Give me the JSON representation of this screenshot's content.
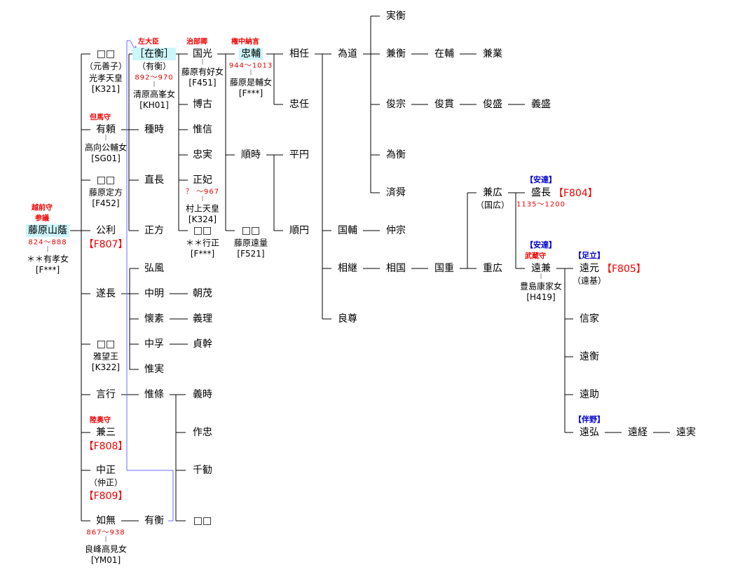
{
  "colors": {
    "line": "#000",
    "link": "#6b6bff",
    "office": "#e00000",
    "clan": "#0000cc",
    "highlight": "#ccf6fa"
  },
  "nodes": [
    {
      "id": "yamakage",
      "name": "藤原山蔭",
      "hl": true,
      "above": [
        {
          "t": "越前守",
          "k": "office"
        },
        {
          "t": "参議",
          "k": "office"
        }
      ],
      "below": [
        {
          "t": "824～888",
          "k": "dates"
        },
        {
          "t": "＊＊有孝女",
          "k": "spouse"
        },
        {
          "t": "[F***]",
          "k": "code"
        }
      ]
    },
    {
      "id": "c1a",
      "name": "□□",
      "below": [
        {
          "t": "（元善子）",
          "k": "alias"
        },
        {
          "t": "光孝天皇",
          "k": "spouse0"
        },
        {
          "t": "[K321]",
          "k": "code"
        }
      ]
    },
    {
      "id": "ariyori",
      "name": "有頼",
      "above": [
        {
          "t": "但馬守",
          "k": "office"
        }
      ],
      "below": [
        {
          "t": "高向公輔女",
          "k": "spouse"
        },
        {
          "t": "[SG01]",
          "k": "code"
        }
      ]
    },
    {
      "id": "c1b",
      "name": "□□",
      "below": [
        {
          "t": "藤原定方",
          "k": "spouse0"
        },
        {
          "t": "[F452]",
          "k": "code"
        }
      ]
    },
    {
      "id": "kimitoshi",
      "name": "公利",
      "below": [
        {
          "t": "【F807】",
          "k": "ref"
        }
      ]
    },
    {
      "id": "suinaga",
      "name": "遂長"
    },
    {
      "id": "c1c",
      "name": "□□",
      "below": [
        {
          "t": "雅望王",
          "k": "spouse0"
        },
        {
          "t": "[K322]",
          "k": "code"
        }
      ]
    },
    {
      "id": "kotoyuki",
      "name": "言行"
    },
    {
      "id": "kanemitsu",
      "name": "兼三",
      "above": [
        {
          "t": "陸奥守",
          "k": "office"
        }
      ],
      "below": [
        {
          "t": "【F808】",
          "k": "ref"
        }
      ]
    },
    {
      "id": "nakamasa",
      "name": "中正",
      "below": [
        {
          "t": "（仲正）",
          "k": "alias"
        },
        {
          "t": "【F809】",
          "k": "ref"
        }
      ]
    },
    {
      "id": "jomu",
      "name": "如無",
      "below": [
        {
          "t": "867～938",
          "k": "dates"
        },
        {
          "t": "良峰高見女",
          "k": "spouse"
        },
        {
          "t": "[YM01]",
          "k": "code"
        }
      ]
    },
    {
      "id": "arihira",
      "name": "［在衡］",
      "hl": true,
      "above": [
        {
          "t": "左大臣",
          "k": "office"
        }
      ],
      "below": [
        {
          "t": "（有衡）",
          "k": "alias"
        },
        {
          "t": "892～970",
          "k": "dates"
        },
        {
          "t": "清原高峯女",
          "k": "spouse"
        },
        {
          "t": "[KH01]",
          "k": "code"
        }
      ]
    },
    {
      "id": "tanetoki",
      "name": "種時"
    },
    {
      "id": "naonaga",
      "name": "直長"
    },
    {
      "id": "masakata",
      "name": "正方"
    },
    {
      "id": "hirokaze",
      "name": "弘風"
    },
    {
      "id": "nakaakira",
      "name": "中明"
    },
    {
      "id": "kaiso",
      "name": "懐素"
    },
    {
      "id": "chufu",
      "name": "中孚"
    },
    {
      "id": "koresane",
      "name": "惟実"
    },
    {
      "id": "koreeda",
      "name": "惟條"
    },
    {
      "id": "arihira2",
      "name": "有衡"
    },
    {
      "id": "kunimitsu",
      "name": "国光",
      "above": [
        {
          "t": "治部卿",
          "k": "office"
        }
      ],
      "below": [
        {
          "t": "藤原有好女",
          "k": "spouse"
        },
        {
          "t": "[F451]",
          "k": "code"
        }
      ]
    },
    {
      "id": "hiroko",
      "name": "博古"
    },
    {
      "id": "korenobu",
      "name": "惟信"
    },
    {
      "id": "tadazane",
      "name": "忠実"
    },
    {
      "id": "seihi",
      "name": "正妃",
      "below": [
        {
          "t": "？ ～967",
          "k": "dates"
        },
        {
          "t": "村上天皇",
          "k": "spouse"
        },
        {
          "t": "[K324]",
          "k": "code"
        }
      ]
    },
    {
      "id": "c3a",
      "name": "□□",
      "below": [
        {
          "t": "＊＊行正",
          "k": "spouse0"
        },
        {
          "t": "[F***]",
          "k": "code"
        }
      ]
    },
    {
      "id": "tomoshige",
      "name": "朝茂"
    },
    {
      "id": "yoshimasa",
      "name": "義理"
    },
    {
      "id": "sadamoto",
      "name": "貞幹"
    },
    {
      "id": "yoshitoki",
      "name": "義時"
    },
    {
      "id": "sakutada",
      "name": "作忠"
    },
    {
      "id": "senkan",
      "name": "千勧"
    },
    {
      "id": "c3b",
      "name": "□□"
    },
    {
      "id": "tadasuke",
      "name": "忠輔",
      "hl": true,
      "above": [
        {
          "t": "権中納言",
          "k": "office"
        }
      ],
      "below": [
        {
          "t": "944～1013",
          "k": "dates"
        },
        {
          "t": "藤原是輔女",
          "k": "spouse"
        },
        {
          "t": "[F***]",
          "k": "code"
        }
      ]
    },
    {
      "id": "yoritoki",
      "name": "順時"
    },
    {
      "id": "c4a",
      "name": "□□",
      "below": [
        {
          "t": "藤原遠量",
          "k": "spouse0"
        },
        {
          "t": "[F521]",
          "k": "code"
        }
      ]
    },
    {
      "id": "suketo",
      "name": "相任"
    },
    {
      "id": "chunin",
      "name": "忠任"
    },
    {
      "id": "heien",
      "name": "平円"
    },
    {
      "id": "junen",
      "name": "順円"
    },
    {
      "id": "tamemichi",
      "name": "為道"
    },
    {
      "id": "kunisuke",
      "name": "国輔"
    },
    {
      "id": "sukeyoshi",
      "name": "相継"
    },
    {
      "id": "ryoson",
      "name": "良尊"
    },
    {
      "id": "sanehira",
      "name": "実衡"
    },
    {
      "id": "kanehira",
      "name": "兼衡"
    },
    {
      "id": "toshimune",
      "name": "俊宗"
    },
    {
      "id": "tamehira",
      "name": "為衡"
    },
    {
      "id": "saishun",
      "name": "済舜"
    },
    {
      "id": "nakamune",
      "name": "仲宗"
    },
    {
      "id": "sukekuni",
      "name": "相国"
    },
    {
      "id": "arisuke",
      "name": "在輔"
    },
    {
      "id": "toshitsura",
      "name": "俊貫"
    },
    {
      "id": "kunishige",
      "name": "国重"
    },
    {
      "id": "kanenari",
      "name": "兼業"
    },
    {
      "id": "toshimori",
      "name": "俊盛"
    },
    {
      "id": "kanehiro",
      "name": "兼広",
      "below": [
        {
          "t": "（国広）",
          "k": "alias"
        }
      ]
    },
    {
      "id": "shigehiro",
      "name": "重広"
    },
    {
      "id": "yoshimori",
      "name": "義盛"
    },
    {
      "id": "morinaga",
      "name": "盛長",
      "above": [
        {
          "t": "【安達】",
          "k": "clan"
        }
      ],
      "below": [
        {
          "t": "1135～1200",
          "k": "dates"
        }
      ],
      "right": "【F804】"
    },
    {
      "id": "tookane",
      "name": "遠兼",
      "above": [
        {
          "t": "【安達】",
          "k": "clan"
        },
        {
          "t": "武蔵守",
          "k": "office"
        }
      ],
      "below": [
        {
          "t": "豊島康家女",
          "k": "spouse"
        },
        {
          "t": "[H419]",
          "k": "code"
        }
      ]
    },
    {
      "id": "toomoto",
      "name": "遠元",
      "above": [
        {
          "t": "【足立】",
          "k": "clan"
        }
      ],
      "below": [
        {
          "t": "（遠基）",
          "k": "alias"
        }
      ],
      "right": "【F805】"
    },
    {
      "id": "nobuie",
      "name": "信家"
    },
    {
      "id": "toohira",
      "name": "遠衡"
    },
    {
      "id": "toosuke",
      "name": "遠助"
    },
    {
      "id": "toohiro",
      "name": "遠弘",
      "above": [
        {
          "t": "【伴野】",
          "k": "clan"
        }
      ]
    },
    {
      "id": "tootsune",
      "name": "遠経"
    },
    {
      "id": "toozane",
      "name": "遠実"
    }
  ]
}
